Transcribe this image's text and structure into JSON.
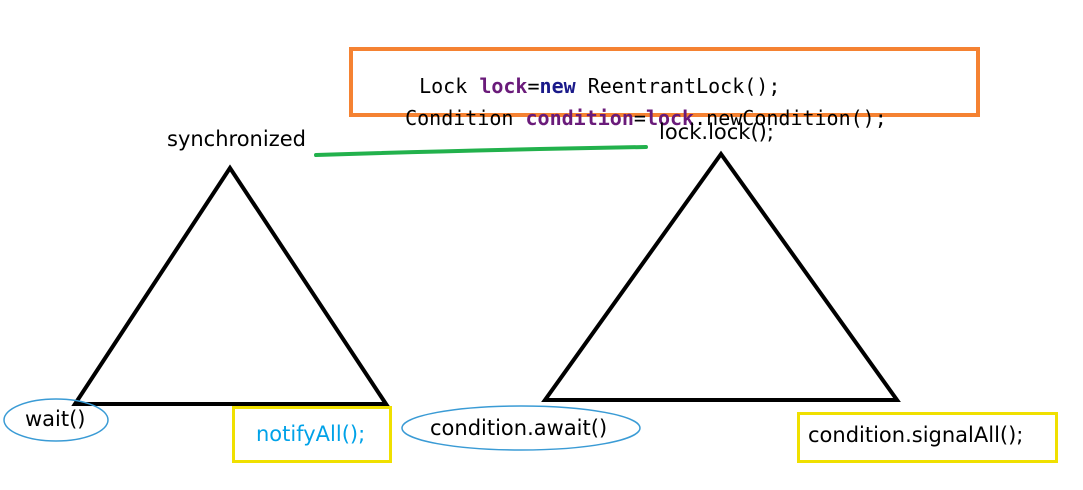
{
  "code": {
    "line1": {
      "t1": "Lock ",
      "t2": "lock",
      "t3": "=",
      "t4": "new",
      "t5": " ReentrantLock();"
    },
    "line2": {
      "t1": "Condition ",
      "t2": "condition",
      "t3": "=",
      "t4": "lock",
      "t5": ".newCondition();"
    }
  },
  "left": {
    "title": "synchronized",
    "wait": "wait()",
    "notify": "notifyAll();"
  },
  "right": {
    "title": "lock.lock();",
    "await": "condition.await()",
    "signal": "condition.signalAll();"
  },
  "colors": {
    "code_border": "#f58232",
    "connector": "#22b14c",
    "ellipse": "#3a9bd5",
    "highlight_box": "#f0e000",
    "notify_text": "#00a2e8",
    "keyword_var": "#6a1b7a",
    "keyword_new": "#1a1a8a"
  }
}
